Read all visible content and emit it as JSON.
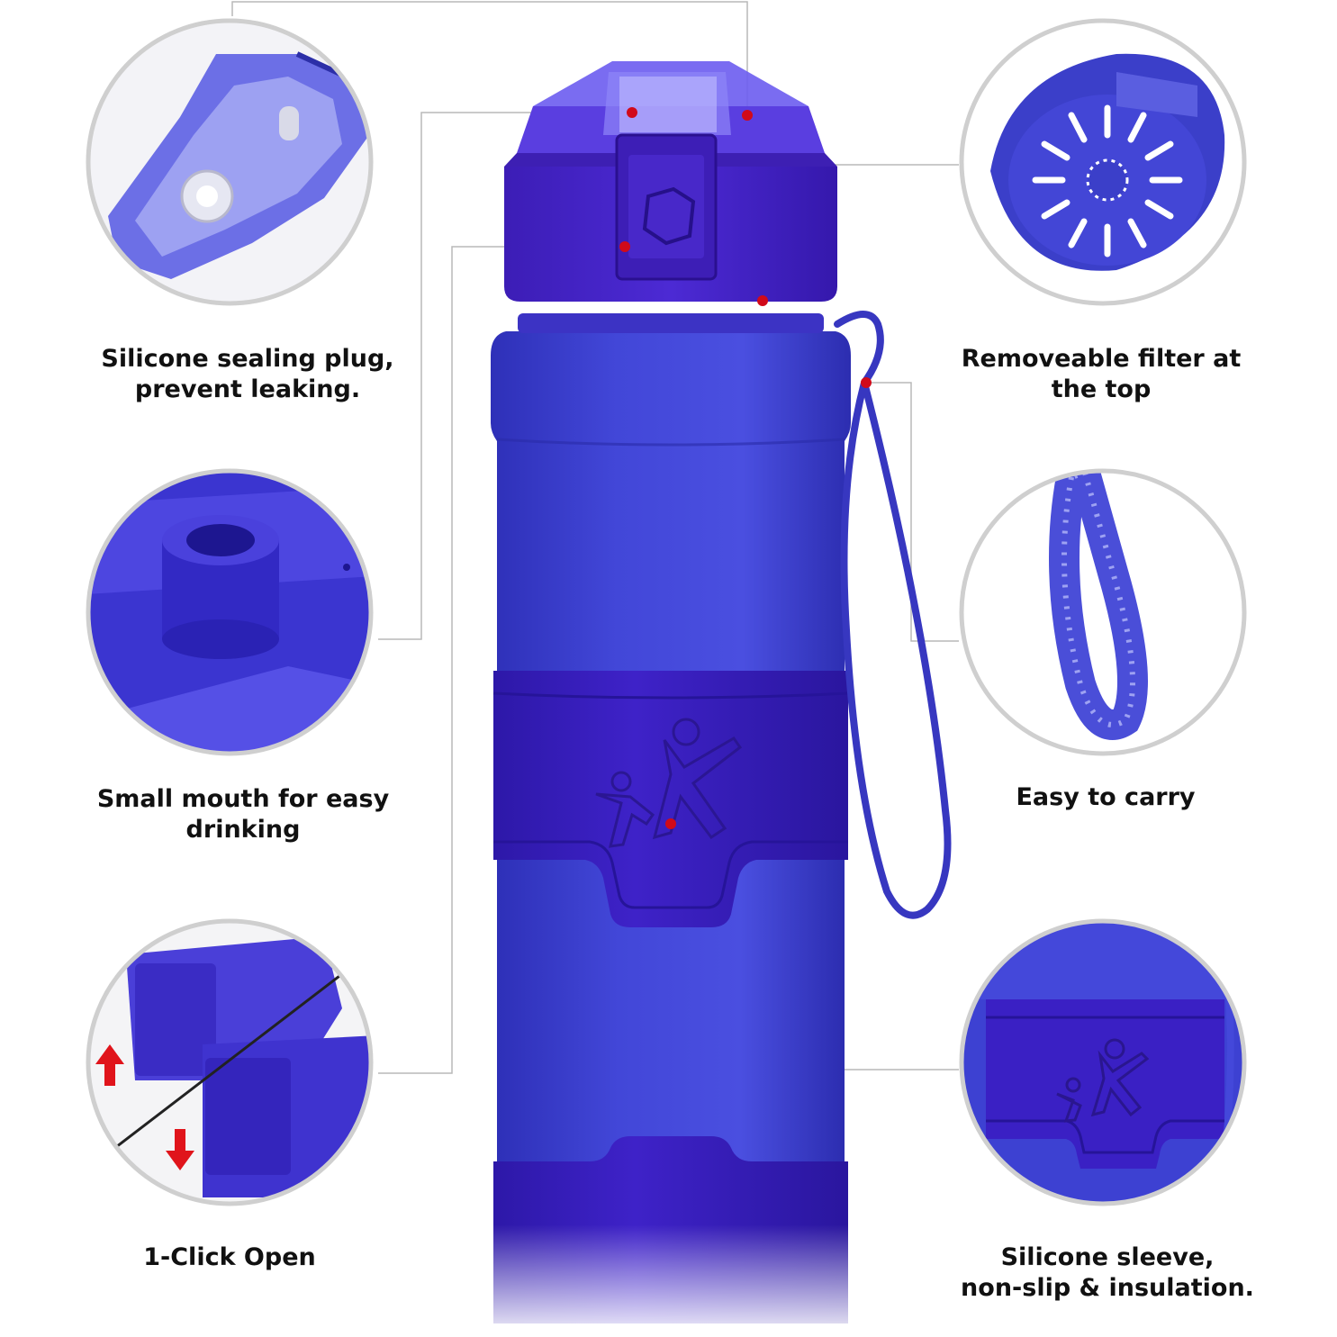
{
  "colors": {
    "bottle_primary": "#3b3fd6",
    "bottle_dark": "#2a2ab8",
    "sleeve": "#3a20c4",
    "lid": "#4324c8",
    "marker_dot": "#d10a1a",
    "leader_line": "#b9b9b9",
    "circle_border": "#cfcfcf",
    "arrow": "#e0141b",
    "caption_text": "#111111"
  },
  "features": [
    {
      "id": "sealing-plug",
      "icon": "lid-closeup-illustration",
      "caption": [
        "Silicone sealing plug,",
        "prevent leaking."
      ]
    },
    {
      "id": "small-mouth",
      "icon": "mouth-spout-illustration",
      "caption": [
        "Small mouth for easy",
        "drinking"
      ]
    },
    {
      "id": "one-click",
      "icon": "one-click-lid-illustration",
      "caption": [
        "1-Click Open"
      ]
    },
    {
      "id": "filter",
      "icon": "filter-basket-illustration",
      "caption": [
        "Removeable filter at",
        "the top"
      ]
    },
    {
      "id": "strap",
      "icon": "carry-strap-illustration",
      "caption": [
        "Easy to carry"
      ]
    },
    {
      "id": "sleeve",
      "icon": "silicone-sleeve-illustration",
      "caption": [
        "Silicone sleeve,",
        "non-slip & insulation."
      ]
    }
  ]
}
